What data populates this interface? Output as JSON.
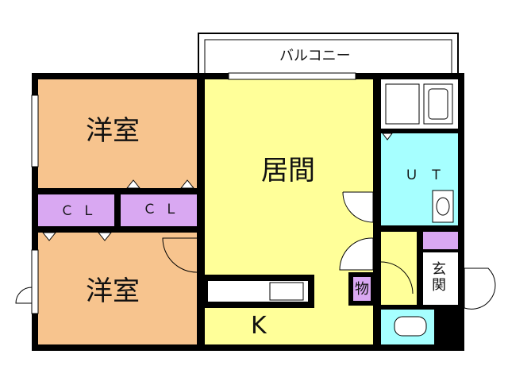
{
  "rooms": {
    "balcony": "バルコニー",
    "western_room_1": "洋室",
    "western_room_2": "洋室",
    "living_room": "居間",
    "closet_1": "ＣＬ",
    "closet_2": "ＣＬ",
    "utility": "ＵＴ",
    "entrance": "玄関",
    "storage": "物",
    "kitchen": "K"
  },
  "colors": {
    "wall": "#000000",
    "western_room": "#f7c48e",
    "living_kitchen": "#ffff99",
    "closet": "#d9a8f2",
    "utility": "#a6ffff",
    "fixture": "#ffffff"
  }
}
